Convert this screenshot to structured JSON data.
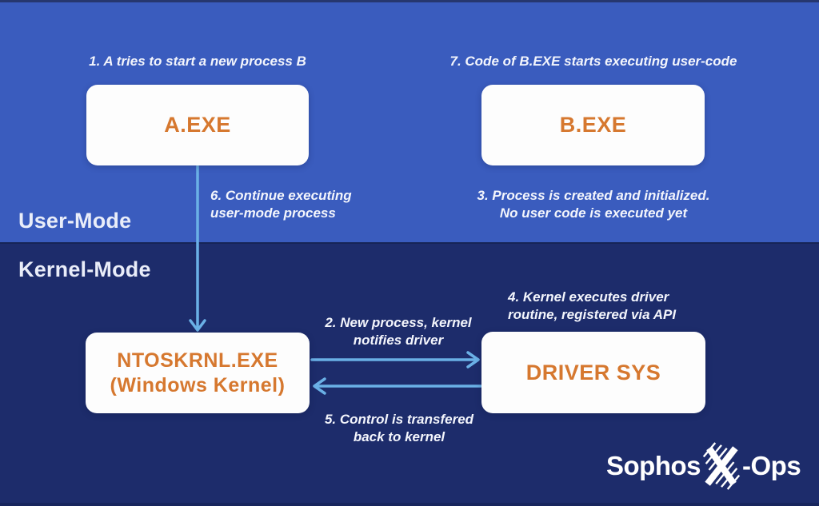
{
  "modes": {
    "user": "User-Mode",
    "kernel": "Kernel-Mode"
  },
  "boxes": {
    "a": "A.EXE",
    "b": "B.EXE",
    "ntoskrnl": "NTOSKRNL.EXE\n(Windows Kernel)",
    "driver": "DRIVER SYS"
  },
  "steps": {
    "s1": "1. A tries to start a new process B",
    "s2": "2. New process, kernel\nnotifies driver",
    "s3": "3. Process is created and initialized.\nNo user code is executed yet",
    "s4": "4. Kernel executes driver\nroutine, registered via API",
    "s5": "5. Control is transfered\nback to kernel",
    "s6": "6. Continue executing\nuser-mode process",
    "s7": "7. Code of B.EXE starts executing user-code"
  },
  "logo": {
    "brand": "Sophos",
    "suffix": "-Ops"
  },
  "icons": {
    "x_mark": "x-ops-cross"
  },
  "colors": {
    "user_bg": "#3a5cbe",
    "kernel_bg": "#1d2c6b",
    "arrow": "#6ab0e6",
    "accent_orange": "#d6782f",
    "box_bg": "#fdfdfd",
    "text_light": "#f3f5fc"
  }
}
